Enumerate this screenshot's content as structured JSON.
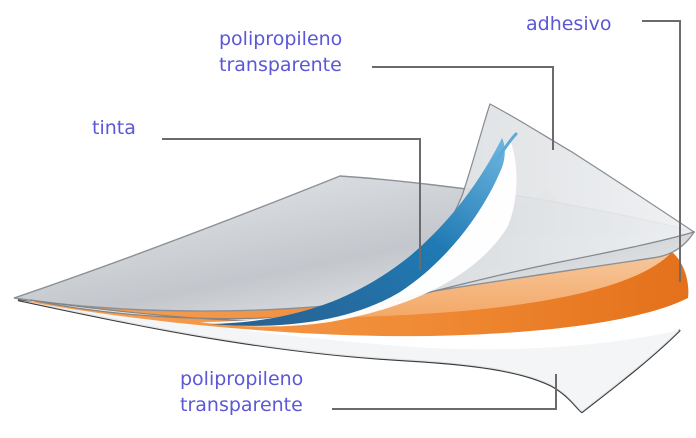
{
  "colors": {
    "label": "#5b57d6",
    "leader": "#6b6b6b",
    "film": "#c9ccd0",
    "ink": "#1f6fa8",
    "adhesive": "#f08a34"
  },
  "labels": {
    "top_film_line1": "polipropileno",
    "top_film_line2": "transparente",
    "ink": "tinta",
    "adhesive": "adhesivo",
    "bottom_film_line1": "polipropileno",
    "bottom_film_line2": "transparente"
  }
}
